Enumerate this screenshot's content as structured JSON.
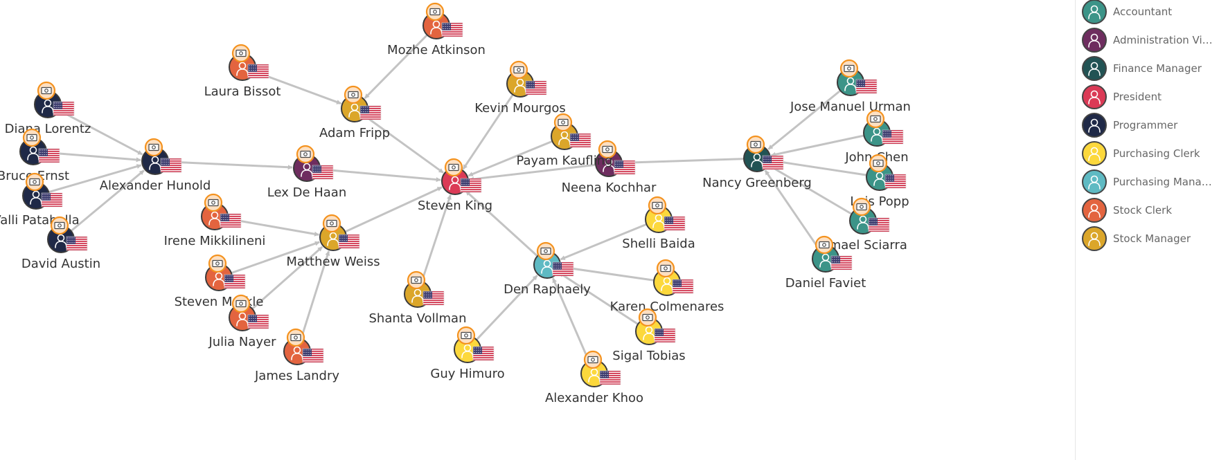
{
  "role_colors": {
    "Accountant": "#3c9488",
    "Administration Vice President": "#6e2d5f",
    "Finance Manager": "#225354",
    "President": "#db3a56",
    "Programmer": "#1f2947",
    "Purchasing Clerk": "#fcd83c",
    "Purchasing Manager": "#5fbac3",
    "Stock Clerk": "#e3643f",
    "Stock Manager": "#dba62a"
  },
  "accent_color": "#f4921e",
  "nodes": [
    {
      "id": "steven-king",
      "name": "Steven King",
      "role": "President",
      "icon": "person-icon",
      "badge": "money-icon",
      "flag": "us-flag-icon"
    },
    {
      "id": "neena-kochhar",
      "name": "Neena Kochhar",
      "role": "Administration Vice President",
      "icon": "person-icon",
      "badge": "money-icon",
      "flag": "us-flag-icon"
    },
    {
      "id": "lex-de-haan",
      "name": "Lex De Haan",
      "role": "Administration Vice President",
      "icon": "person-icon",
      "badge": "money-icon",
      "flag": "us-flag-icon"
    },
    {
      "id": "nancy-greenberg",
      "name": "Nancy Greenberg",
      "role": "Finance Manager",
      "icon": "person-icon",
      "badge": "money-icon",
      "flag": "us-flag-icon"
    },
    {
      "id": "alexander-hunold",
      "name": "Alexander Hunold",
      "role": "Programmer",
      "icon": "person-icon",
      "badge": "money-icon",
      "flag": "us-flag-icon"
    },
    {
      "id": "den-raphaely",
      "name": "Den Raphaely",
      "role": "Purchasing Manager",
      "icon": "person-icon",
      "badge": "money-icon",
      "flag": "us-flag-icon"
    },
    {
      "id": "adam-fripp",
      "name": "Adam Fripp",
      "role": "Stock Manager",
      "icon": "person-icon",
      "badge": "money-icon",
      "flag": "us-flag-icon"
    },
    {
      "id": "matthew-weiss",
      "name": "Matthew Weiss",
      "role": "Stock Manager",
      "icon": "person-icon",
      "badge": "money-icon",
      "flag": "us-flag-icon"
    },
    {
      "id": "kevin-mourgos",
      "name": "Kevin Mourgos",
      "role": "Stock Manager",
      "icon": "person-icon",
      "badge": "money-icon",
      "flag": "us-flag-icon"
    },
    {
      "id": "payam-kaufling",
      "name": "Payam Kaufling",
      "role": "Stock Manager",
      "icon": "person-icon",
      "badge": "money-icon",
      "flag": "us-flag-icon"
    },
    {
      "id": "shanta-vollman",
      "name": "Shanta Vollman",
      "role": "Stock Manager",
      "icon": "person-icon",
      "badge": "money-icon",
      "flag": "us-flag-icon"
    },
    {
      "id": "mozhe-atkinson",
      "name": "Mozhe Atkinson",
      "role": "Stock Clerk",
      "icon": "person-icon",
      "badge": "money-icon",
      "flag": "us-flag-icon"
    },
    {
      "id": "laura-bissot",
      "name": "Laura Bissot",
      "role": "Stock Clerk",
      "icon": "person-icon",
      "badge": "money-icon",
      "flag": "us-flag-icon"
    },
    {
      "id": "irene-mikkilineni",
      "name": "Irene Mikkilineni",
      "role": "Stock Clerk",
      "icon": "person-icon",
      "badge": "money-icon",
      "flag": "us-flag-icon"
    },
    {
      "id": "steven-markle",
      "name": "Steven Markle",
      "role": "Stock Clerk",
      "icon": "person-icon",
      "badge": "money-icon",
      "flag": "us-flag-icon"
    },
    {
      "id": "julia-nayer",
      "name": "Julia Nayer",
      "role": "Stock Clerk",
      "icon": "person-icon",
      "badge": "money-icon",
      "flag": "us-flag-icon"
    },
    {
      "id": "james-landry",
      "name": "James Landry",
      "role": "Stock Clerk",
      "icon": "person-icon",
      "badge": "money-icon",
      "flag": "us-flag-icon"
    },
    {
      "id": "diana-lorentz",
      "name": "Diana Lorentz",
      "role": "Programmer",
      "icon": "person-icon",
      "badge": "money-icon",
      "flag": "us-flag-icon"
    },
    {
      "id": "bruce-ernst",
      "name": "Bruce Ernst",
      "role": "Programmer",
      "icon": "person-icon",
      "badge": "money-icon",
      "flag": "us-flag-icon"
    },
    {
      "id": "valli-pataballa",
      "name": "Valli Pataballa",
      "role": "Programmer",
      "icon": "person-icon",
      "badge": "money-icon",
      "flag": "us-flag-icon"
    },
    {
      "id": "david-austin",
      "name": "David Austin",
      "role": "Programmer",
      "icon": "person-icon",
      "badge": "money-icon",
      "flag": "us-flag-icon"
    },
    {
      "id": "shelli-baida",
      "name": "Shelli Baida",
      "role": "Purchasing Clerk",
      "icon": "person-icon",
      "badge": "money-icon",
      "flag": "us-flag-icon"
    },
    {
      "id": "karen-colmenares",
      "name": "Karen Colmenares",
      "role": "Purchasing Clerk",
      "icon": "person-icon",
      "badge": "money-icon",
      "flag": "us-flag-icon"
    },
    {
      "id": "sigal-tobias",
      "name": "Sigal Tobias",
      "role": "Purchasing Clerk",
      "icon": "person-icon",
      "badge": "money-icon",
      "flag": "us-flag-icon"
    },
    {
      "id": "alexander-khoo",
      "name": "Alexander Khoo",
      "role": "Purchasing Clerk",
      "icon": "person-icon",
      "badge": "money-icon",
      "flag": "us-flag-icon"
    },
    {
      "id": "guy-himuro",
      "name": "Guy Himuro",
      "role": "Purchasing Clerk",
      "icon": "person-icon",
      "badge": "money-icon",
      "flag": "us-flag-icon"
    },
    {
      "id": "jose-manuel-urman",
      "name": "Jose Manuel Urman",
      "role": "Accountant",
      "icon": "person-icon",
      "badge": "money-icon",
      "flag": "us-flag-icon"
    },
    {
      "id": "john-chen",
      "name": "John Chen",
      "role": "Accountant",
      "icon": "person-icon",
      "badge": "money-icon",
      "flag": "us-flag-icon"
    },
    {
      "id": "luis-popp",
      "name": "Luis Popp",
      "role": "Accountant",
      "icon": "person-icon",
      "badge": "money-icon",
      "flag": "us-flag-icon"
    },
    {
      "id": "ismael-sciarra",
      "name": "Ismael Sciarra",
      "role": "Accountant",
      "icon": "person-icon",
      "badge": "money-icon",
      "flag": "us-flag-icon"
    },
    {
      "id": "daniel-faviet",
      "name": "Daniel Faviet",
      "role": "Accountant",
      "icon": "person-icon",
      "badge": "money-icon",
      "flag": "us-flag-icon"
    }
  ],
  "edges": [
    {
      "from": "neena-kochhar",
      "to": "steven-king"
    },
    {
      "from": "lex-de-haan",
      "to": "steven-king"
    },
    {
      "from": "adam-fripp",
      "to": "steven-king"
    },
    {
      "from": "matthew-weiss",
      "to": "steven-king"
    },
    {
      "from": "kevin-mourgos",
      "to": "steven-king"
    },
    {
      "from": "payam-kaufling",
      "to": "steven-king"
    },
    {
      "from": "shanta-vollman",
      "to": "steven-king"
    },
    {
      "from": "den-raphaely",
      "to": "steven-king"
    },
    {
      "from": "nancy-greenberg",
      "to": "neena-kochhar"
    },
    {
      "from": "alexander-hunold",
      "to": "lex-de-haan"
    },
    {
      "from": "mozhe-atkinson",
      "to": "adam-fripp"
    },
    {
      "from": "laura-bissot",
      "to": "adam-fripp"
    },
    {
      "from": "irene-mikkilineni",
      "to": "matthew-weiss"
    },
    {
      "from": "steven-markle",
      "to": "matthew-weiss"
    },
    {
      "from": "julia-nayer",
      "to": "matthew-weiss"
    },
    {
      "from": "james-landry",
      "to": "matthew-weiss"
    },
    {
      "from": "diana-lorentz",
      "to": "alexander-hunold"
    },
    {
      "from": "bruce-ernst",
      "to": "alexander-hunold"
    },
    {
      "from": "valli-pataballa",
      "to": "alexander-hunold"
    },
    {
      "from": "david-austin",
      "to": "alexander-hunold"
    },
    {
      "from": "shelli-baida",
      "to": "den-raphaely"
    },
    {
      "from": "karen-colmenares",
      "to": "den-raphaely"
    },
    {
      "from": "sigal-tobias",
      "to": "den-raphaely"
    },
    {
      "from": "alexander-khoo",
      "to": "den-raphaely"
    },
    {
      "from": "guy-himuro",
      "to": "den-raphaely"
    },
    {
      "from": "jose-manuel-urman",
      "to": "nancy-greenberg"
    },
    {
      "from": "john-chen",
      "to": "nancy-greenberg"
    },
    {
      "from": "luis-popp",
      "to": "nancy-greenberg"
    },
    {
      "from": "ismael-sciarra",
      "to": "nancy-greenberg"
    },
    {
      "from": "daniel-faviet",
      "to": "nancy-greenberg"
    }
  ],
  "legend": [
    {
      "label": "Accountant",
      "role": "Accountant",
      "icon": "person-icon"
    },
    {
      "label": "Administration Vice...",
      "role": "Administration Vice President",
      "icon": "person-icon"
    },
    {
      "label": "Finance Manager",
      "role": "Finance Manager",
      "icon": "person-icon"
    },
    {
      "label": "President",
      "role": "President",
      "icon": "person-icon"
    },
    {
      "label": "Programmer",
      "role": "Programmer",
      "icon": "person-icon"
    },
    {
      "label": "Purchasing Clerk",
      "role": "Purchasing Clerk",
      "icon": "person-icon"
    },
    {
      "label": "Purchasing Manager",
      "role": "Purchasing Manager",
      "icon": "person-icon"
    },
    {
      "label": "Stock Clerk",
      "role": "Stock Clerk",
      "icon": "person-icon"
    },
    {
      "label": "Stock Manager",
      "role": "Stock Manager",
      "icon": "person-icon"
    }
  ]
}
